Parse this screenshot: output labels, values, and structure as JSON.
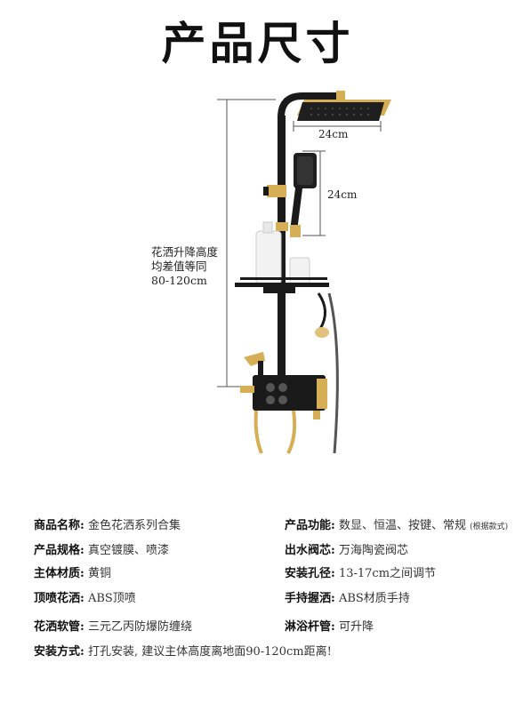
{
  "title": "产品尺寸",
  "figure": {
    "head_width_label": "24cm",
    "hand_length_label": "24cm",
    "range_note": [
      "花洒升降高度",
      "均差值等同",
      "80-120cm"
    ],
    "colors": {
      "metal_black": "#1a1a1a",
      "gold": "#d6ae55",
      "line": "#555555"
    }
  },
  "specs": {
    "left": [
      {
        "key": "商品名称:",
        "value": "金色花洒系列合集"
      },
      {
        "key": "产品规格:",
        "value": "真空镀膜、喷漆"
      },
      {
        "key": "主体材质:",
        "value": "黄铜"
      },
      {
        "key": "顶喷花洒:",
        "value": "ABS顶喷"
      },
      {
        "key": "花洒软管:",
        "value": "三元乙丙防爆防缠绕"
      }
    ],
    "right": [
      {
        "key": "产品功能:",
        "value": "数显、恒温、按键、常规",
        "note": "(根据款式)"
      },
      {
        "key": "出水阀芯:",
        "value": "万海陶瓷阀芯"
      },
      {
        "key": "安装孔径:",
        "value": "13-17cm之间调节"
      },
      {
        "key": "手持握洒:",
        "value": "ABS材质手持"
      },
      {
        "key": "淋浴杆管:",
        "value": "可升降"
      }
    ],
    "install": {
      "key": "安装方式:",
      "value": "打孔安装, 建议主体高度离地面90-120cm距离!"
    }
  }
}
